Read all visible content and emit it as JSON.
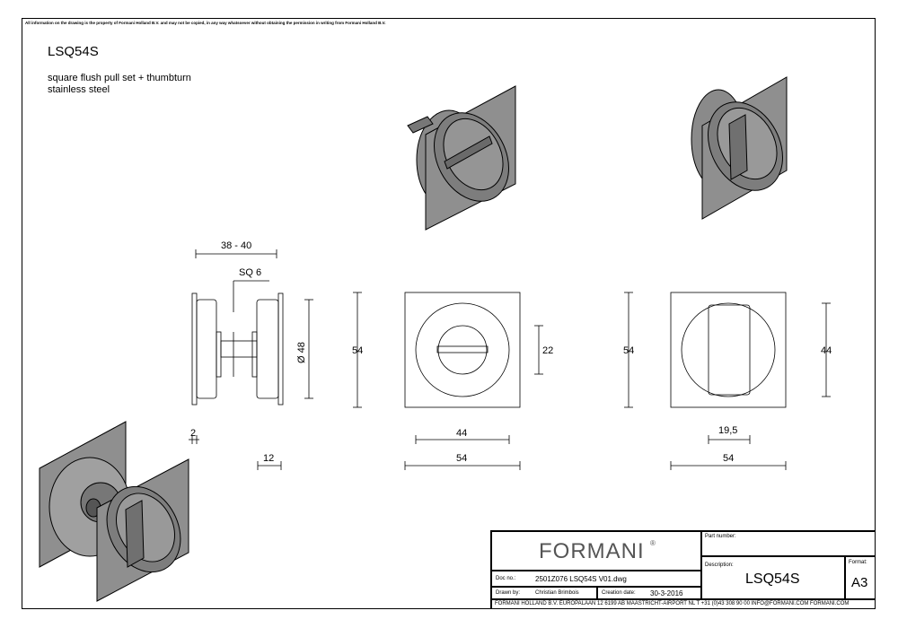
{
  "header": {
    "disclaimer": "All information on the drawing is the property of Formani Holland B.V. and may not be copied, in any way whatsoever without obtaining the permission in writing from Formani Holland B.V.",
    "product_code": "LSQ54S",
    "description_line1": "square flush pull set + thumbturn",
    "description_line2": "stainless steel"
  },
  "dimensions": {
    "d_38_40": "38 - 40",
    "d_sq6": "SQ 6",
    "d_dia48": "Ø 48",
    "d_2": "2",
    "d_12": "12",
    "d_54_a": "54",
    "d_22": "22",
    "d_44_a": "44",
    "d_54_b": "54",
    "d_54_c": "54",
    "d_44_b": "44",
    "d_19_5": "19,5",
    "d_54_d": "54"
  },
  "title_block": {
    "brand": "FORMANI",
    "registered": "®",
    "doc_no_label": "Doc no.:",
    "doc_no_value": "2501Z076 LSQ54S V01.dwg",
    "drawn_by_label": "Drawn by:",
    "drawn_by_value": "Christian Brimbois",
    "creation_date_label": "Creation date:",
    "creation_date_value": "30-3-2016",
    "part_number_label": "Part number:",
    "description_label": "Description:",
    "description_value": "LSQ54S",
    "format_label": "Format:",
    "format_value": "A3",
    "footer": "FORMANI HOLLAND B.V.  EUROPALAAN 12  6199 AB MAASTRICHT-AIRPORT NL  T +31 (0)43 308 90 00 INFO@FORMANI.COM FORMANI.COM"
  }
}
